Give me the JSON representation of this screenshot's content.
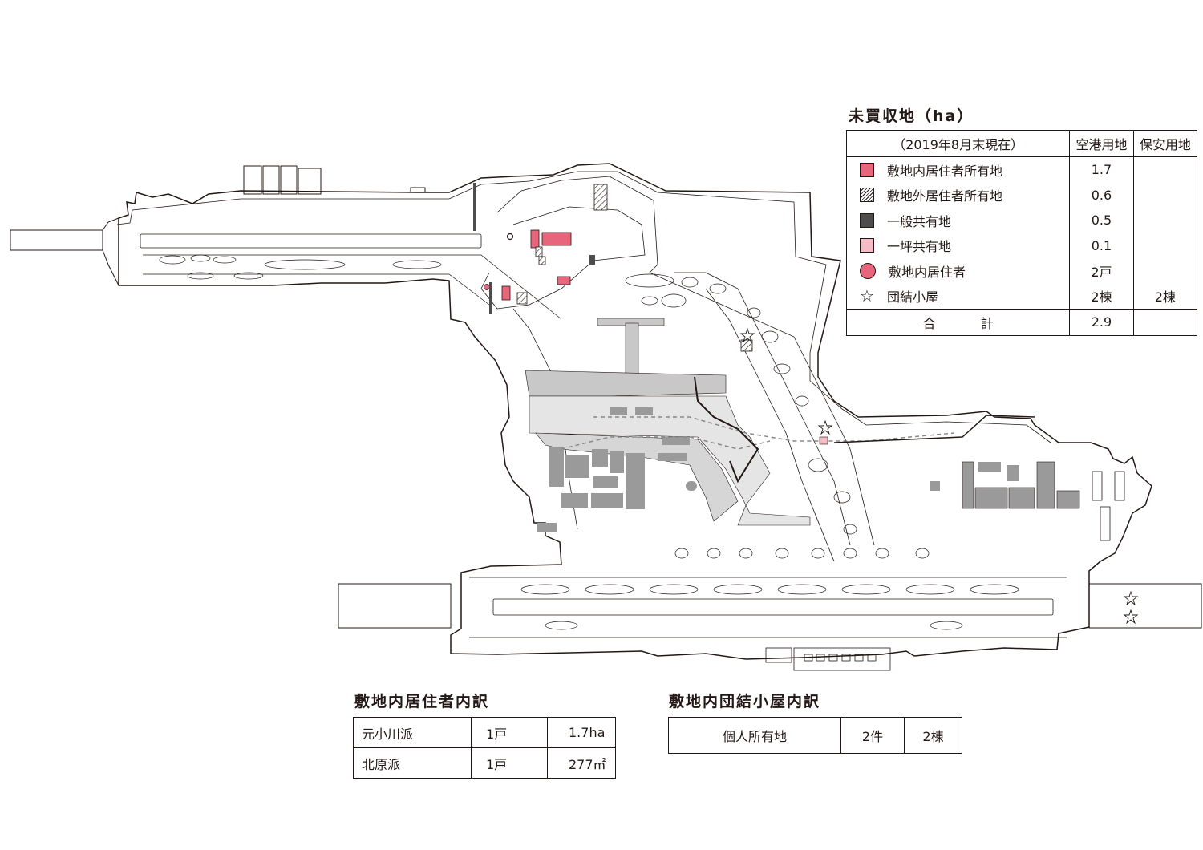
{
  "legend": {
    "title": "未買収地（ha）",
    "date_header": "（2019年8月末現在）",
    "col_airport": "空港用地",
    "col_security": "保安用地",
    "rows": [
      {
        "label": "敷地内居住者所有地",
        "airport": "1.7",
        "security": "",
        "symbol": "pink-square-icon",
        "color": "#e8667c"
      },
      {
        "label": "敷地外居住者所有地",
        "airport": "0.6",
        "security": "",
        "symbol": "hatched-square-icon",
        "color": "#231815"
      },
      {
        "label": "一般共有地",
        "airport": "0.5",
        "security": "",
        "symbol": "dark-square-icon",
        "color": "#4d4d4d"
      },
      {
        "label": "一坪共有地",
        "airport": "0.1",
        "security": "",
        "symbol": "light-pink-square-icon",
        "color": "#f5bcc6"
      },
      {
        "label": "敷地内居住者",
        "airport": "2戸",
        "security": "",
        "symbol": "pink-circle-icon",
        "color": "#e8667c"
      },
      {
        "label": "団結小屋",
        "airport": "2棟",
        "security": "2棟",
        "symbol": "star-icon",
        "color": "#231815"
      }
    ],
    "total_label": "合計",
    "total_airport": "2.9",
    "total_security": ""
  },
  "residents": {
    "title": "敷地内居住者内訳",
    "rows": [
      {
        "name": "元小川派",
        "households": "1戸",
        "area": "1.7ha"
      },
      {
        "name": "北原派",
        "households": "1戸",
        "area": "277㎡"
      }
    ]
  },
  "huts": {
    "title": "敷地内団結小屋内訳",
    "rows": [
      {
        "owner": "個人所有地",
        "cases": "2件",
        "buildings": "2棟"
      }
    ]
  },
  "colors": {
    "line": "#231815",
    "pavement": "#c8c8c8",
    "building": "#9a9a9a",
    "pink": "#e8667c",
    "light_pink": "#f5bcc6",
    "dark": "#4d4d4d"
  }
}
